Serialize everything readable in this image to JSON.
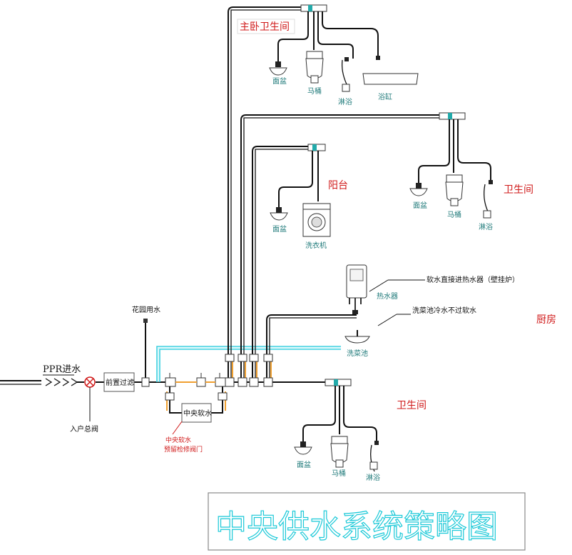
{
  "title": "中央供水系统策略图",
  "inlet": {
    "label": "PPR进水",
    "main_valve": "入户总阀",
    "prefilter": "前置过滤",
    "garden": "花园用水"
  },
  "softener": {
    "label": "中央软水",
    "note_line1": "中央软水",
    "note_line2": "预留检修阀门"
  },
  "rooms": {
    "master_bath": "主卧卫生间",
    "balcony": "阳台",
    "bath_upper": "卫生间",
    "kitchen": "厨房",
    "bath_lower": "卫生间"
  },
  "fixtures": {
    "basin": "面盆",
    "toilet": "马桶",
    "shower": "淋浴",
    "bathtub": "浴缸",
    "washer": "洗衣机",
    "heater": "热水器",
    "sink": "洗菜池"
  },
  "notes": {
    "heater_note": "软水直接进热水器（壁挂炉）",
    "sink_note": "洗菜池冷水不过软水"
  },
  "colors": {
    "room_label": "#d01a1a",
    "fixture_label": "#1f7a7a",
    "title_outline": "#1cc9d8",
    "hot_branch": "#f0a030",
    "cold_bypass": "#3fd0e0"
  }
}
